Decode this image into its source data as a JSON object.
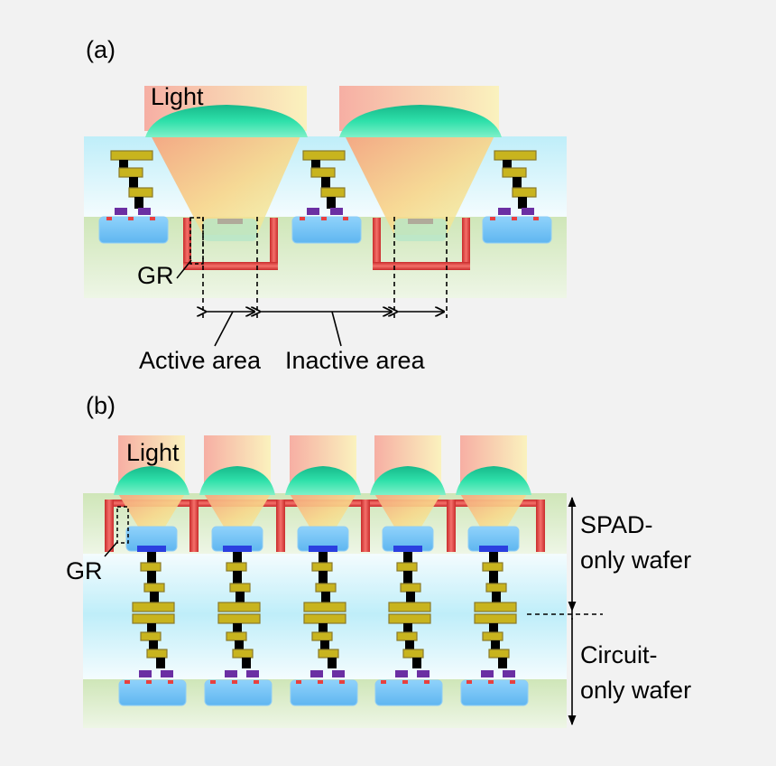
{
  "panel_a": {
    "label": "(a)",
    "light_label": "Light",
    "gr_label": "GR",
    "active_area_label": "Active area",
    "inactive_area_label": "Inactive area"
  },
  "panel_b": {
    "label": "(b)",
    "light_label": "Light",
    "gr_label": "GR",
    "spad_wafer_label_line1": "SPAD-",
    "spad_wafer_label_line2": "only wafer",
    "circuit_wafer_label_line1": "Circuit-",
    "circuit_wafer_label_line2": "only wafer"
  },
  "colors": {
    "background": "#f2f2f2",
    "substrate_green": "#dfeecf",
    "oxide_cyan": "#def6fb",
    "microlens": "#1ccf9a",
    "light_cone": "#fbe39a",
    "guard_ring": "#e8403f",
    "metal": "#c8b41e",
    "via": "#000000",
    "implant": "#69b9f0",
    "contact_pad": "#6b2fa3"
  }
}
